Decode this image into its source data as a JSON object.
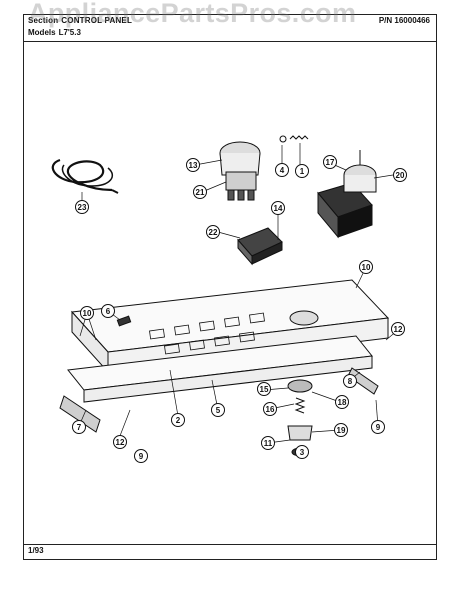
{
  "watermark": "AppliancePartsPros.com",
  "header": {
    "section_label": "Section",
    "section_title": "CONTROL PANEL",
    "models_label": "Models",
    "models_value": "L7'5.3",
    "part_no": "P/N 16000466"
  },
  "footer": {
    "date": "1/93"
  },
  "callouts": [
    {
      "id": "c1",
      "label": "1"
    },
    {
      "id": "c2",
      "label": "2"
    },
    {
      "id": "c3",
      "label": "3"
    },
    {
      "id": "c4",
      "label": "4"
    },
    {
      "id": "c5",
      "label": "5"
    },
    {
      "id": "c6",
      "label": "6"
    },
    {
      "id": "c7",
      "label": "7"
    },
    {
      "id": "c8",
      "label": "8"
    },
    {
      "id": "c9a",
      "label": "9"
    },
    {
      "id": "c9b",
      "label": "9"
    },
    {
      "id": "c10a",
      "label": "10"
    },
    {
      "id": "c10b",
      "label": "10"
    },
    {
      "id": "c11",
      "label": "11"
    },
    {
      "id": "c12a",
      "label": "12"
    },
    {
      "id": "c12b",
      "label": "12"
    },
    {
      "id": "c13",
      "label": "13"
    },
    {
      "id": "c14",
      "label": "14"
    },
    {
      "id": "c15",
      "label": "15"
    },
    {
      "id": "c16",
      "label": "16"
    },
    {
      "id": "c17",
      "label": "17"
    },
    {
      "id": "c18",
      "label": "18"
    },
    {
      "id": "c19",
      "label": "19"
    },
    {
      "id": "c20",
      "label": "20"
    },
    {
      "id": "c21",
      "label": "21"
    },
    {
      "id": "c22",
      "label": "22"
    },
    {
      "id": "c23",
      "label": "23"
    }
  ]
}
